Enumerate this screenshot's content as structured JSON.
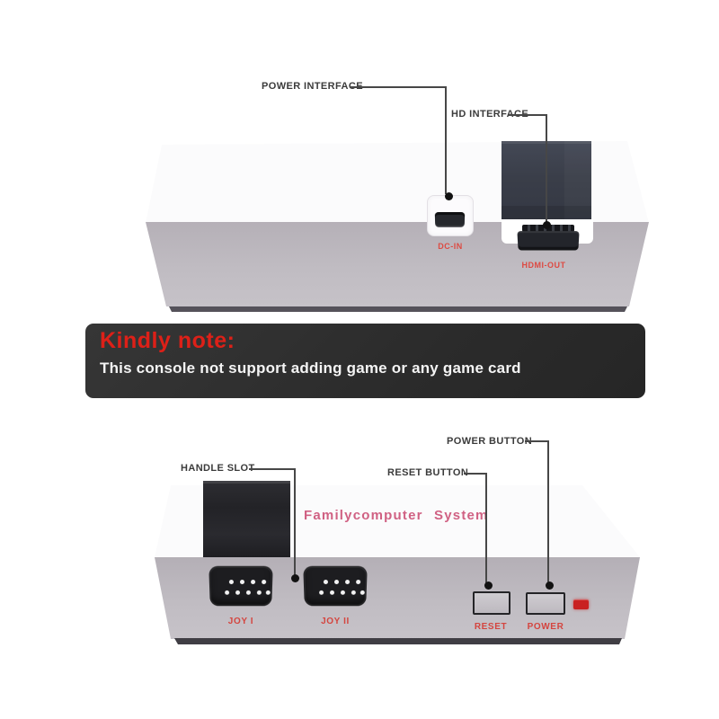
{
  "palette": {
    "background": "#ffffff",
    "callout_text": "#3b3b3b",
    "callout_line": "#474747",
    "console_grey": "#bcb8be",
    "dark_block": "#3a3e49",
    "port_black": "#1d1d20",
    "silkscreen_red": "#dd4a42",
    "brand_pink": "#d06183",
    "note_bg": "#2c2c2c",
    "note_title_red": "#dd2018",
    "note_body_white": "#f4f4f4",
    "led_red": "#c92121"
  },
  "back_view": {
    "callouts": {
      "power_interface": "POWER INTERFACE",
      "hd_interface": "HD INTERFACE"
    },
    "port_labels": {
      "dc_in": "DC-IN",
      "hdmi_out": "HDMI-OUT"
    }
  },
  "note_banner": {
    "title": "Kindly note:",
    "body": "This console not support adding game or any game card"
  },
  "front_view": {
    "callouts": {
      "handle_slot": "HANDLE SLOT",
      "reset_button": "RESET BUTTON",
      "power_button": "POWER BUTTON"
    },
    "brand": "Familycomputer System",
    "port_labels": {
      "joy1": "JOY I",
      "joy2": "JOY II"
    },
    "button_labels": {
      "reset": "RESET",
      "power": "POWER"
    }
  }
}
